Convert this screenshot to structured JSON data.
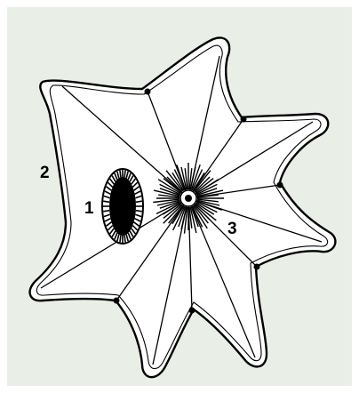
{
  "labels": {
    "nucleus": "1",
    "cell_membrane": "2",
    "centrosome": "3"
  },
  "colors": {
    "background": "#e9efe7",
    "cell_fill": "#ffffff",
    "ink": "#000000"
  }
}
